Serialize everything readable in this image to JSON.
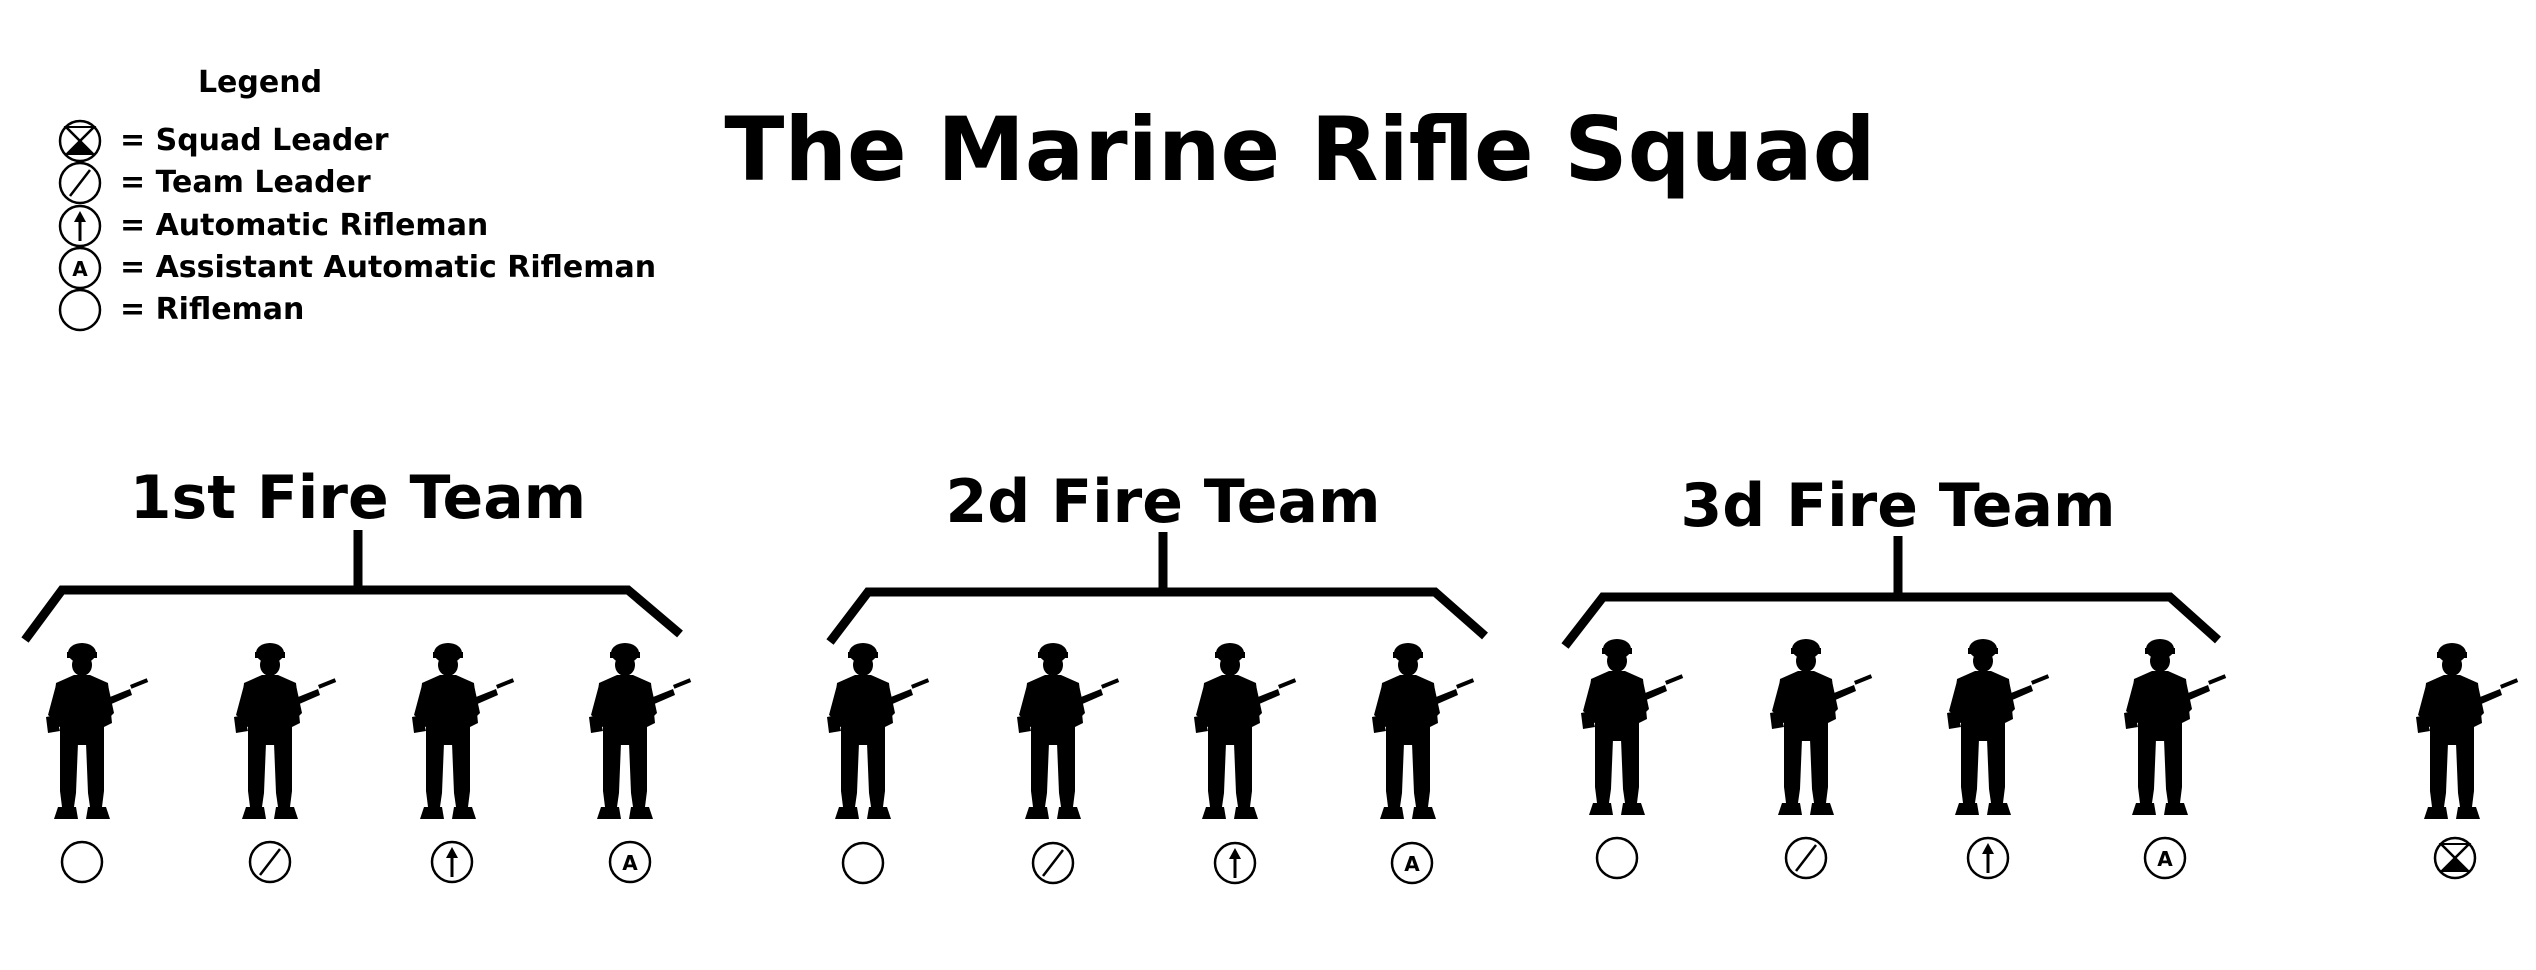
{
  "title": "The Marine Rifle Squad",
  "legend": {
    "heading": "Legend",
    "items": [
      {
        "symbol": "squad-leader",
        "label": "= Squad Leader"
      },
      {
        "symbol": "team-leader",
        "label": "= Team Leader"
      },
      {
        "symbol": "automatic-rifleman",
        "label": "= Automatic Rifleman"
      },
      {
        "symbol": "assistant-automatic-rifleman",
        "label": "= Assistant Automatic Rifleman",
        "glyph": "A"
      },
      {
        "symbol": "rifleman",
        "label": "= Rifleman"
      }
    ]
  },
  "teams": [
    {
      "label": "1st Fire Team",
      "members": [
        "rifleman",
        "team-leader",
        "automatic-rifleman",
        "assistant-automatic-rifleman"
      ]
    },
    {
      "label": "2d Fire Team",
      "members": [
        "rifleman",
        "team-leader",
        "automatic-rifleman",
        "assistant-automatic-rifleman"
      ]
    },
    {
      "label": "3d Fire Team",
      "members": [
        "rifleman",
        "team-leader",
        "automatic-rifleman",
        "assistant-automatic-rifleman"
      ]
    }
  ],
  "squad_leader": {
    "symbol": "squad-leader"
  },
  "colors": {
    "ink": "#000000",
    "background": "#ffffff"
  }
}
